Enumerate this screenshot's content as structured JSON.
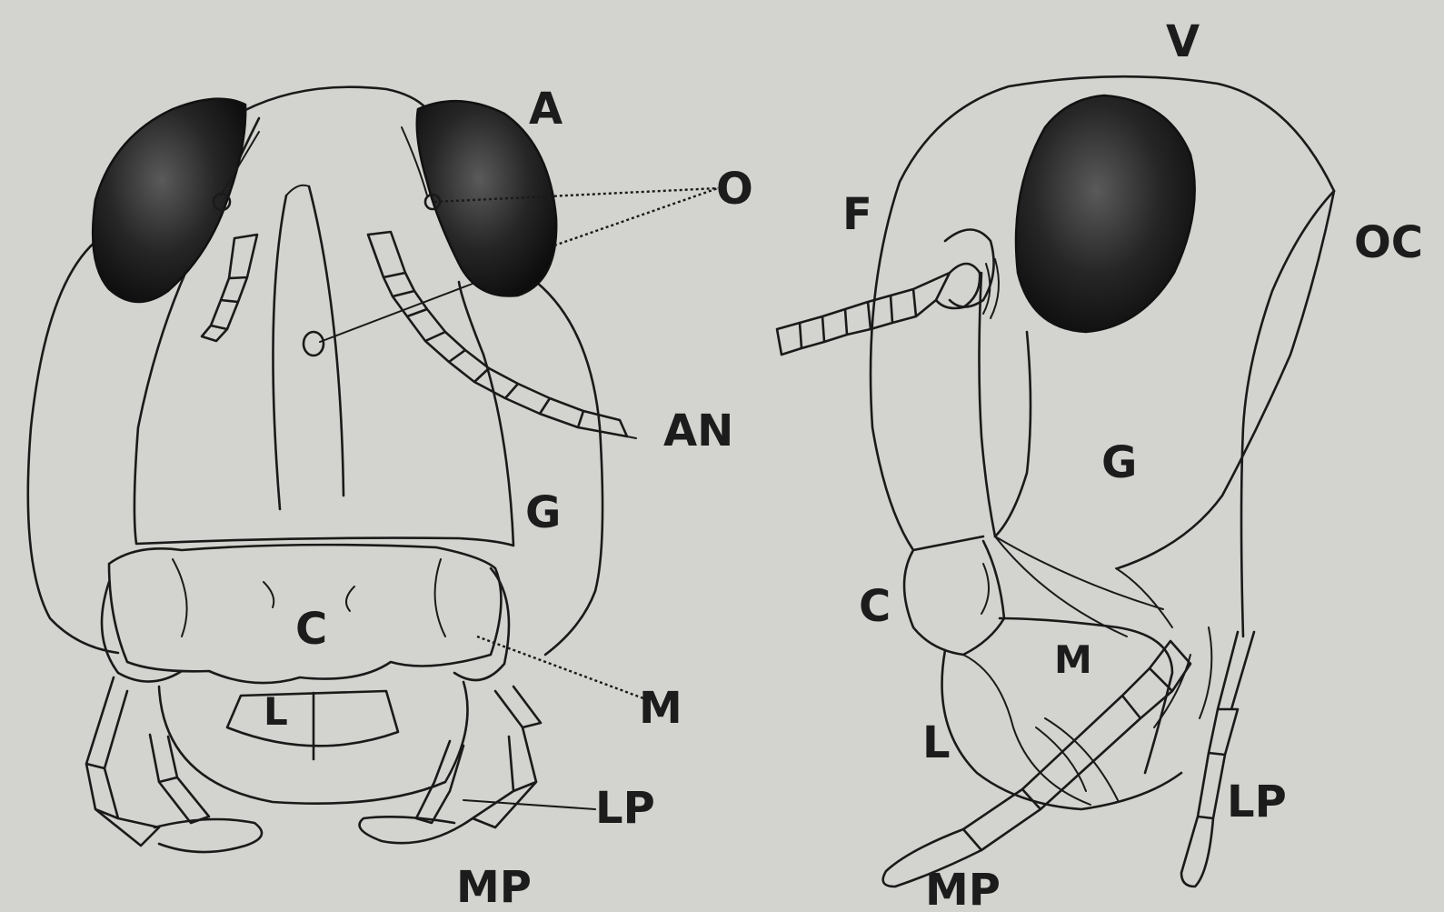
{
  "figure": {
    "front_view": {
      "labels": {
        "A": "A",
        "O": "O",
        "AN": "AN",
        "G": "G",
        "C": "C",
        "L": "L",
        "M": "M",
        "LP": "LP",
        "MP": "MP"
      }
    },
    "side_view": {
      "labels": {
        "V": "V",
        "F": "F",
        "OC": "OC",
        "G": "G",
        "C": "C",
        "M": "M",
        "L": "L",
        "LP": "LP",
        "MP": "MP"
      }
    }
  },
  "colors": {
    "background": "#d3d3cf",
    "ink": "#1a1a1a"
  }
}
